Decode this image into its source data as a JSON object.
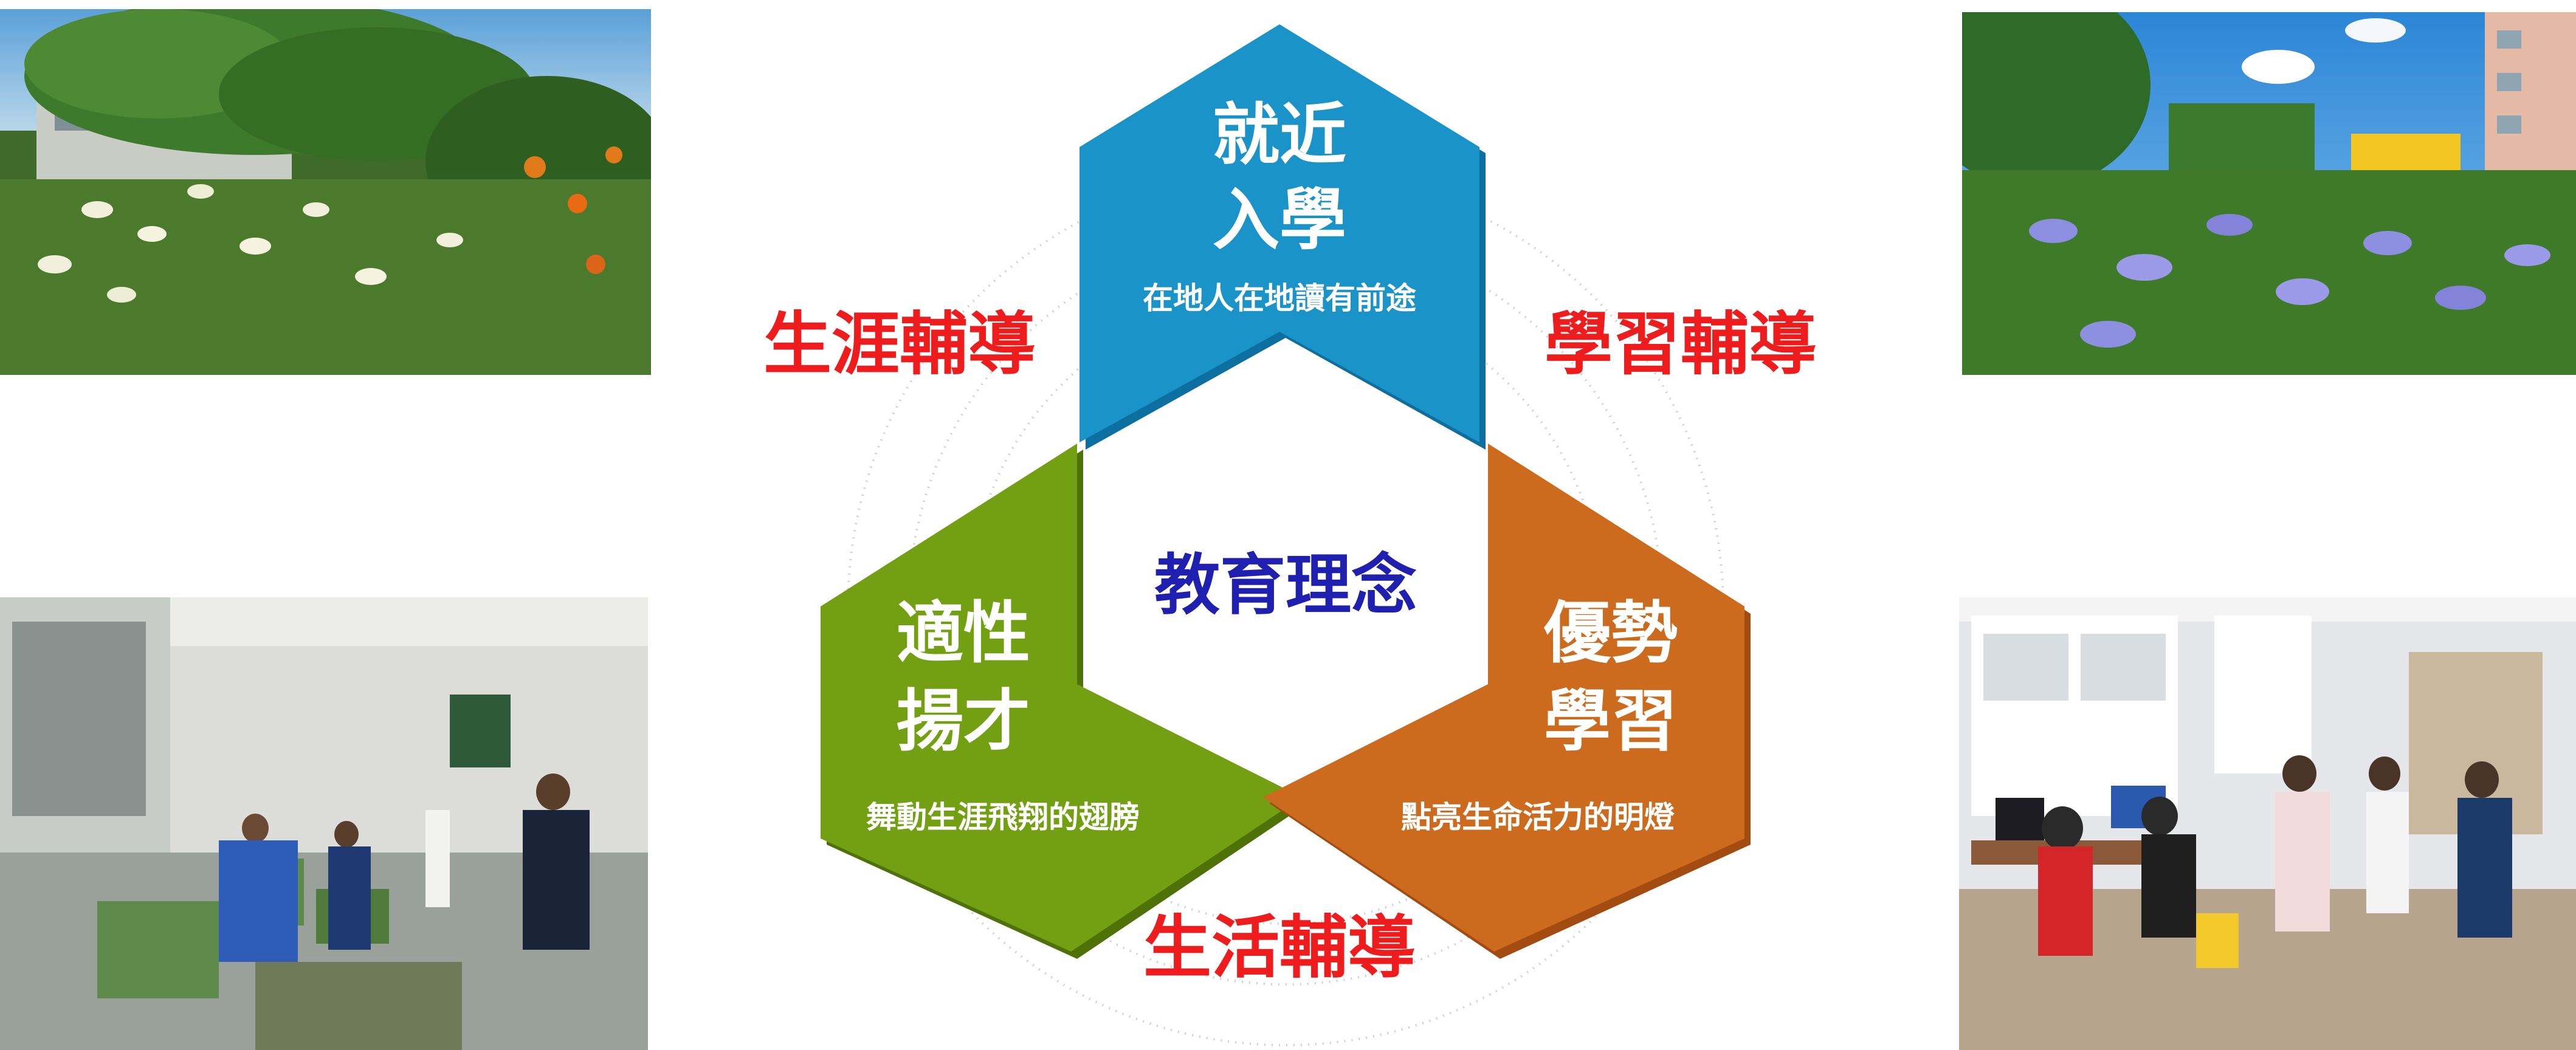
{
  "center": {
    "title": "教育理念"
  },
  "hexagons": {
    "top": {
      "title_line1": "就近",
      "title_line2": "入學",
      "subtitle": "在地人在地讀有前途",
      "color": "#1a8fc4"
    },
    "left": {
      "title_line1": "適性",
      "title_line2": "揚才",
      "subtitle": "舞動生涯飛翔的翅膀",
      "color": "#6f9a0e"
    },
    "right": {
      "title_line1": "優勢",
      "title_line2": "學習",
      "subtitle": "點亮生命活力的明燈",
      "color": "#c8621b"
    }
  },
  "guidance": {
    "career": "生涯輔導",
    "learning": "學習輔導",
    "life": "生活輔導"
  },
  "photos": {
    "top_left": {
      "icon": "garden-flowers-photo"
    },
    "top_right": {
      "icon": "blue-flowers-building-photo"
    },
    "bottom_left": {
      "icon": "machine-workshop-photo"
    },
    "bottom_right": {
      "icon": "computer-classroom-photo"
    }
  },
  "colors": {
    "guidance_text": "#ee1c1c",
    "center_text": "#1f1fb0"
  }
}
